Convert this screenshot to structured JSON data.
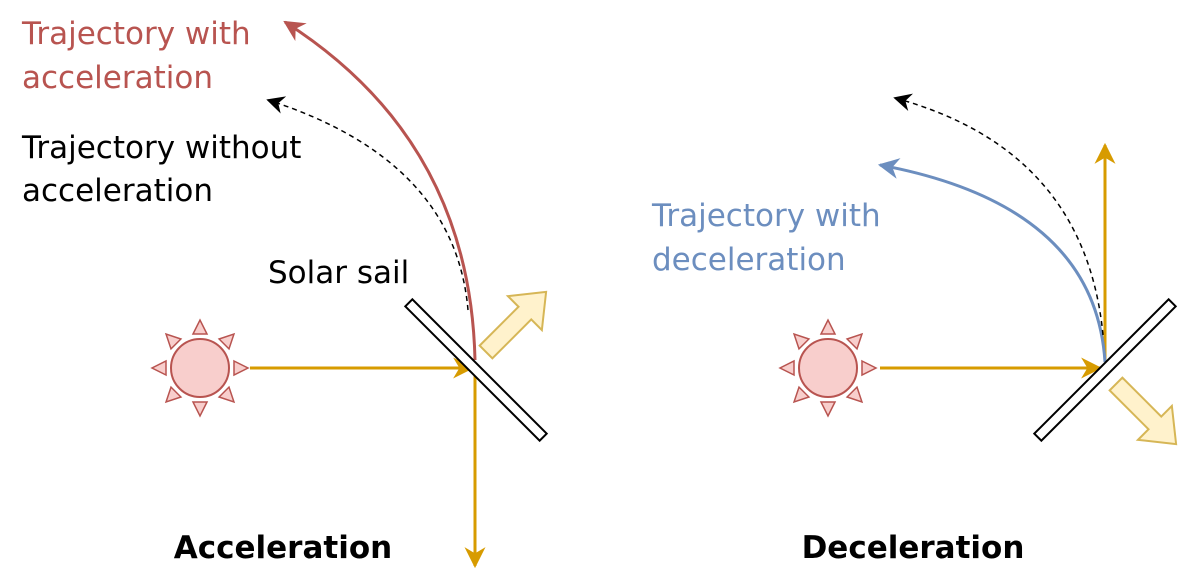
{
  "colors": {
    "accel": "#b85450",
    "decel": "#6c8ebf",
    "light": "#d79b00",
    "sun_fill": "#f8cecc",
    "thrust_fill": "#fff2cc",
    "thrust_stroke": "#d6b656"
  },
  "acceleration": {
    "traj_with_line1": "Trajectory with",
    "traj_with_line2": "acceleration",
    "traj_without_line1": "Trajectory without",
    "traj_without_line2": "acceleration",
    "sail_label": "Solar sail",
    "title": "Acceleration"
  },
  "deceleration": {
    "traj_with_line1": "Trajectory with",
    "traj_with_line2": "deceleration",
    "title": "Deceleration"
  }
}
